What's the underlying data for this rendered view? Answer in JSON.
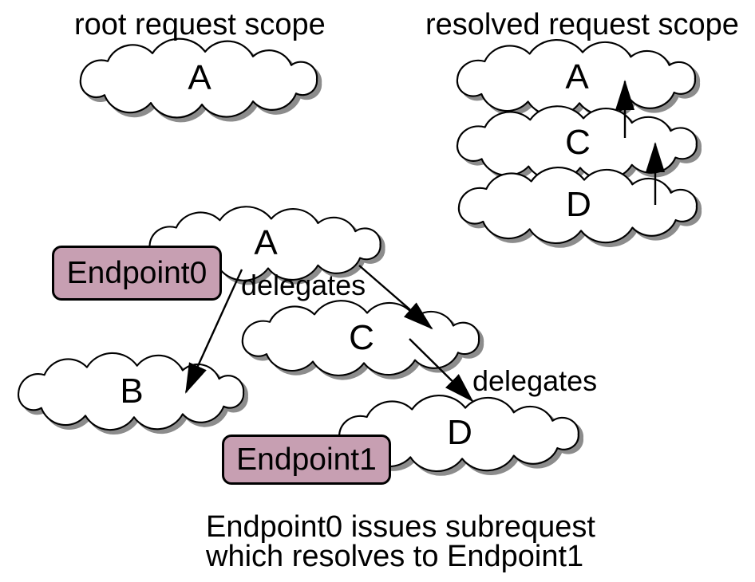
{
  "diagram": {
    "titles": {
      "left": "root request scope",
      "right": "resolved request scope"
    },
    "clouds": {
      "root_a": {
        "label": "A"
      },
      "resolved_a": {
        "label": "A"
      },
      "resolved_c": {
        "label": "C"
      },
      "resolved_d": {
        "label": "D"
      },
      "main_a": {
        "label": "A"
      },
      "main_b": {
        "label": "B"
      },
      "main_c": {
        "label": "C"
      },
      "main_d": {
        "label": "D"
      }
    },
    "endpoints": {
      "endpoint0": {
        "label": "Endpoint0"
      },
      "endpoint1": {
        "label": "Endpoint1"
      }
    },
    "edge_labels": {
      "a_delegates": "delegates",
      "c_delegates": "delegates"
    },
    "caption": {
      "line1": "Endpoint0 issues subrequest",
      "line2": "which resolves to Endpoint1"
    },
    "colors": {
      "endpoint_fill": "#c79fb2",
      "endpoint_border": "#000000",
      "cloud_fill": "#ffffff",
      "cloud_stroke": "#000000",
      "cloud_shadow": "#8c8c8c",
      "arrow": "#000000",
      "text": "#000000"
    }
  }
}
